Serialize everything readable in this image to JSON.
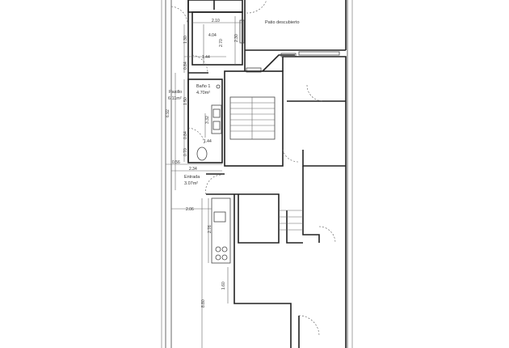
{
  "rooms": {
    "patio": "Patio descubierto",
    "bano_name": "Baño 1",
    "bano_area": "4.70m²",
    "pasillo_name": "Pasillo",
    "pasillo_area": "6.11m²",
    "entrada_name": "Entrada",
    "entrada_area": "3.07m²",
    "room_area": "4.04"
  },
  "dimensions": {
    "d1": "2.10",
    "d2": "1.30",
    "d3": "2.70",
    "d4": "2.30",
    "d5": "1.44",
    "d6": "0.84",
    "d7": "6.92",
    "d8": "1.50",
    "d9": "3.32",
    "d10": "0.84",
    "d11": "1.44",
    "d12": "0.70",
    "d13": "0.56",
    "d14": "2.34",
    "d15": "2.06",
    "d16": "2.76",
    "d17": "1.60",
    "d18": "8.80"
  }
}
